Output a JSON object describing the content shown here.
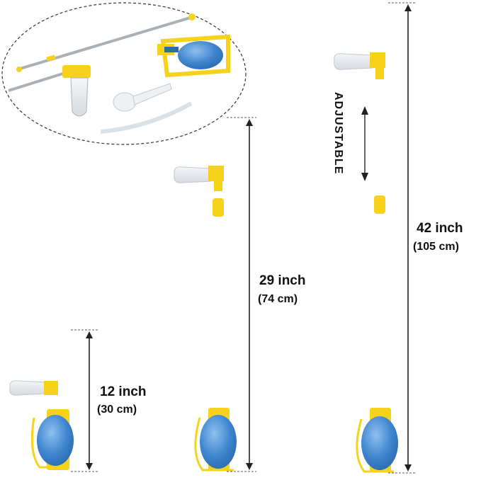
{
  "colors": {
    "yellow": "#f7d21a",
    "blue_bulb": "#4a8fd4",
    "steel": "#b8bcc2",
    "dim_line": "#222222"
  },
  "measurements": [
    {
      "id": "small",
      "main": "12 inch",
      "sub": "(30 cm)"
    },
    {
      "id": "medium",
      "main": "29 inch",
      "sub": "(74 cm)"
    },
    {
      "id": "large",
      "main": "42 inch",
      "sub": "(105 cm)"
    }
  ],
  "adjustable_label": "ADJUSTABLE"
}
